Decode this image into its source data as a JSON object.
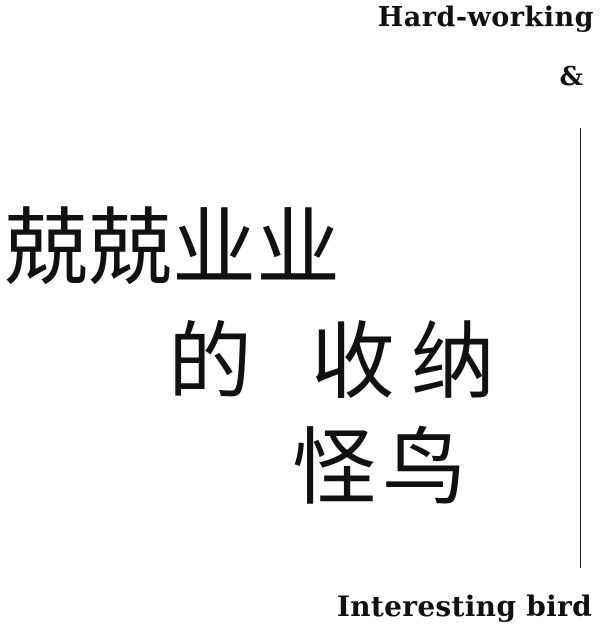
{
  "top_title": "Hard-working",
  "ampersand": "&",
  "cjk_lines": [
    "兢兢业业",
    "的 收纳",
    "怪鸟"
  ],
  "bottom_title": "Interesting bird",
  "colors": {
    "background": "#ffffff",
    "text": "#111111",
    "divider": "#222222"
  }
}
